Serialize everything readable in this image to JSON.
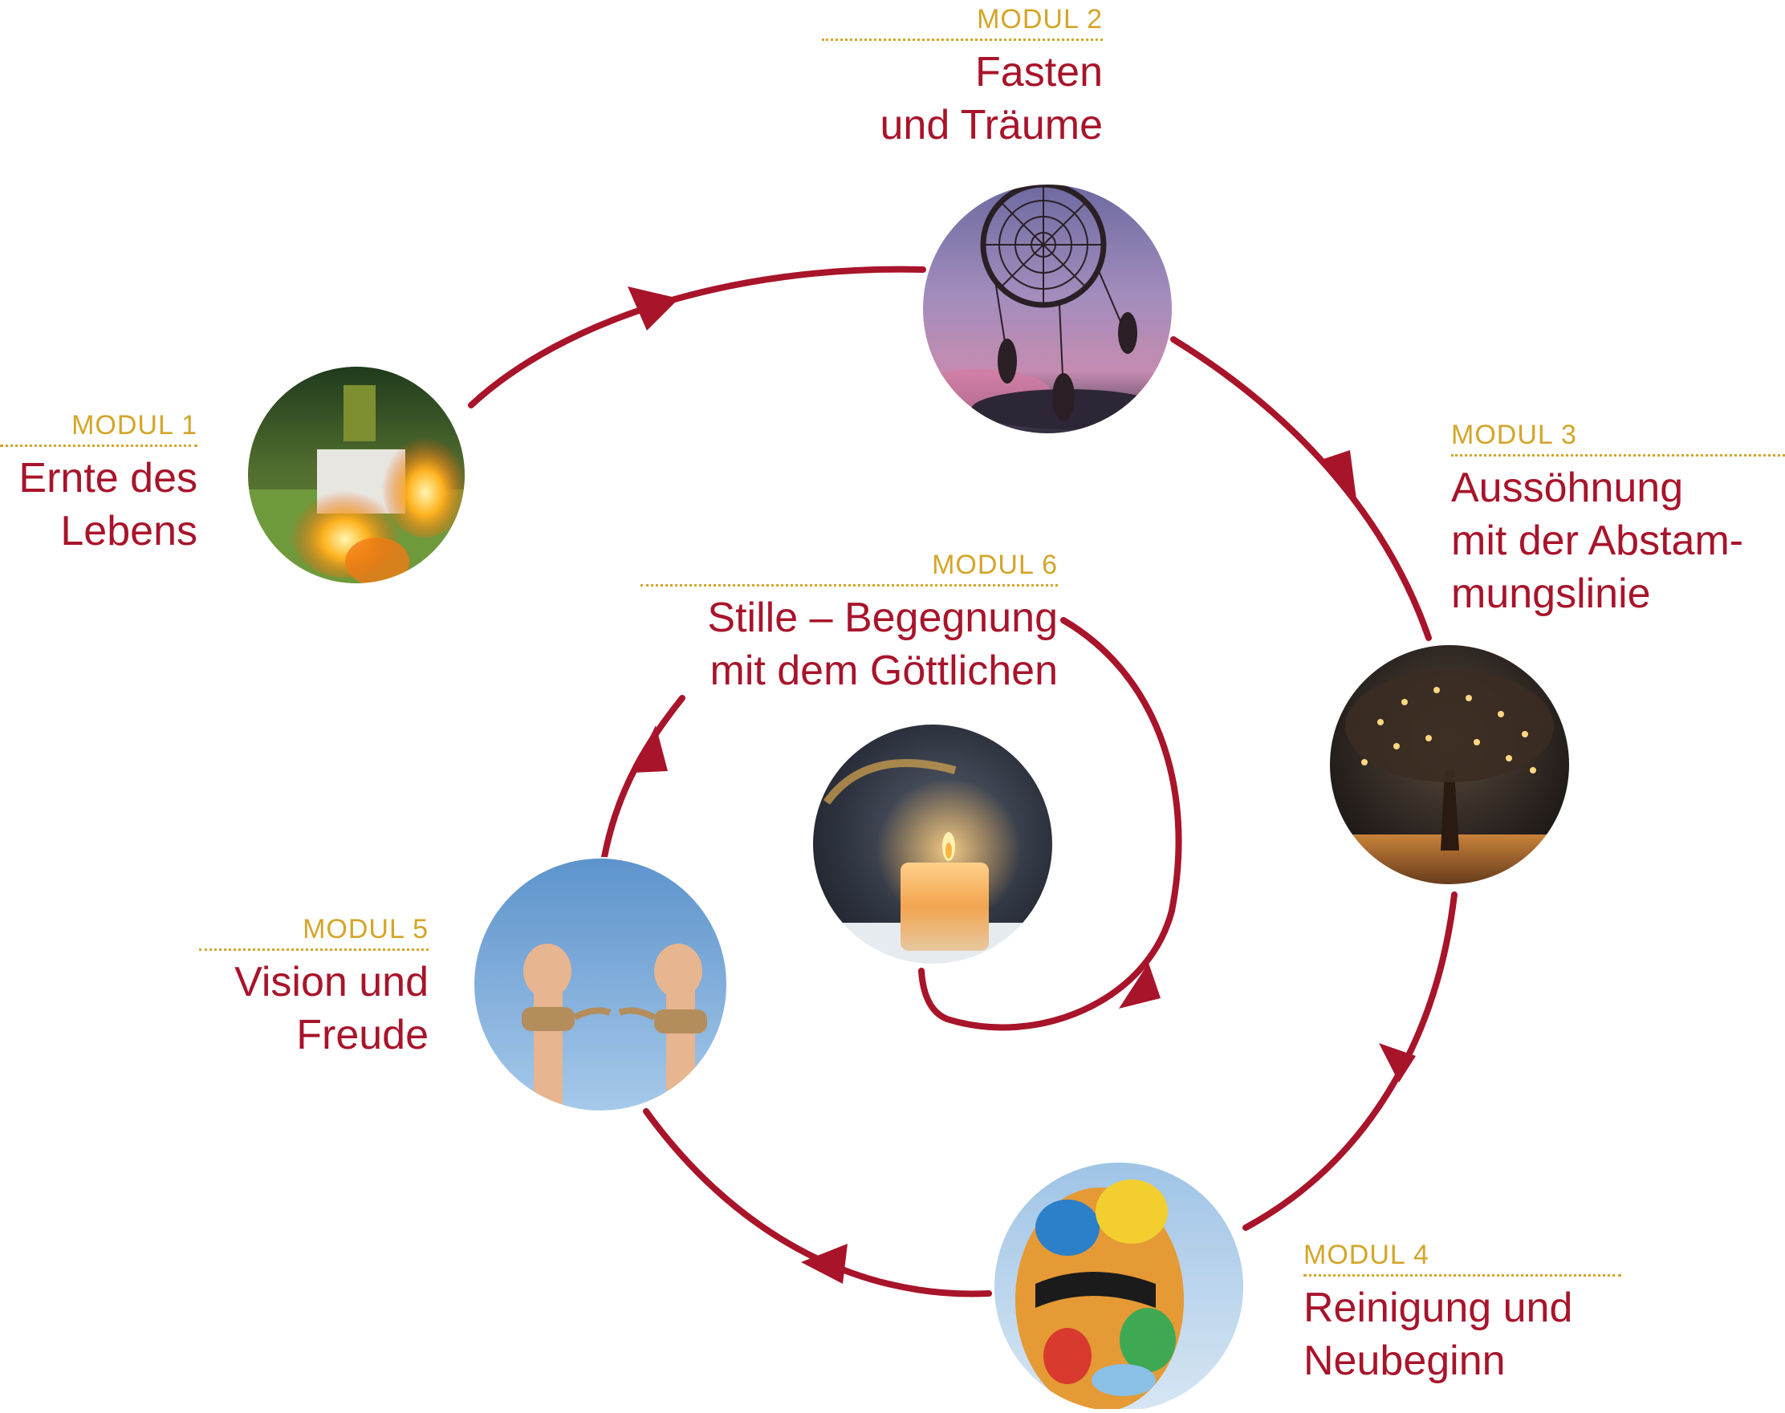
{
  "colors": {
    "arrow": "#A8142A",
    "module_tag": "#D4A52A",
    "title": "#A8142A"
  },
  "modules": [
    {
      "tag": "MODUL 1",
      "title_lines": [
        "Ernte des",
        "Lebens"
      ],
      "image": "burning-straw-figure-photo"
    },
    {
      "tag": "MODUL 2",
      "title_lines": [
        "Fasten",
        "und Träume"
      ],
      "image": "dreamcatcher-photo"
    },
    {
      "tag": "MODUL 3",
      "title_lines": [
        "Aussöhnung",
        "mit der Abstam-",
        "mungslinie"
      ],
      "image": "illuminated-tree-photo"
    },
    {
      "tag": "MODUL 4",
      "title_lines": [
        "Reinigung und",
        "Neubeginn"
      ],
      "image": "painted-mask-sculpture-photo"
    },
    {
      "tag": "MODUL 5",
      "title_lines": [
        "Vision und",
        "Freude"
      ],
      "image": "broken-rope-hands-photo"
    },
    {
      "tag": "MODUL 6",
      "title_lines": [
        "Stille – Begegnung",
        "mit dem Göttlichen"
      ],
      "image": "candle-in-snow-photo"
    }
  ]
}
